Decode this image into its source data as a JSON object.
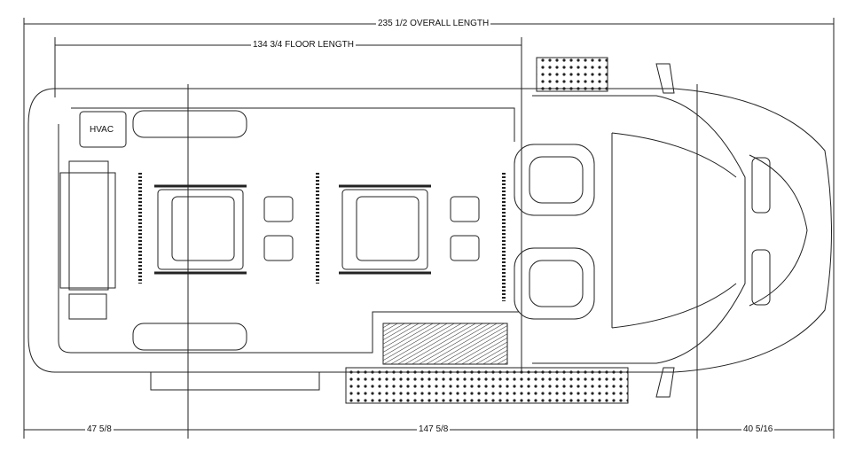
{
  "dimensions": {
    "overall_length": "235 1/2 OVERALL LENGTH",
    "floor_length": "134 3/4 FLOOR LENGTH",
    "rear_overhang": "47 5/8",
    "wheelbase": "147 5/8",
    "front_overhang": "40 5/16"
  },
  "labels": {
    "hvac": "HVAC"
  },
  "colors": {
    "line": "#222222",
    "background": "#ffffff"
  }
}
